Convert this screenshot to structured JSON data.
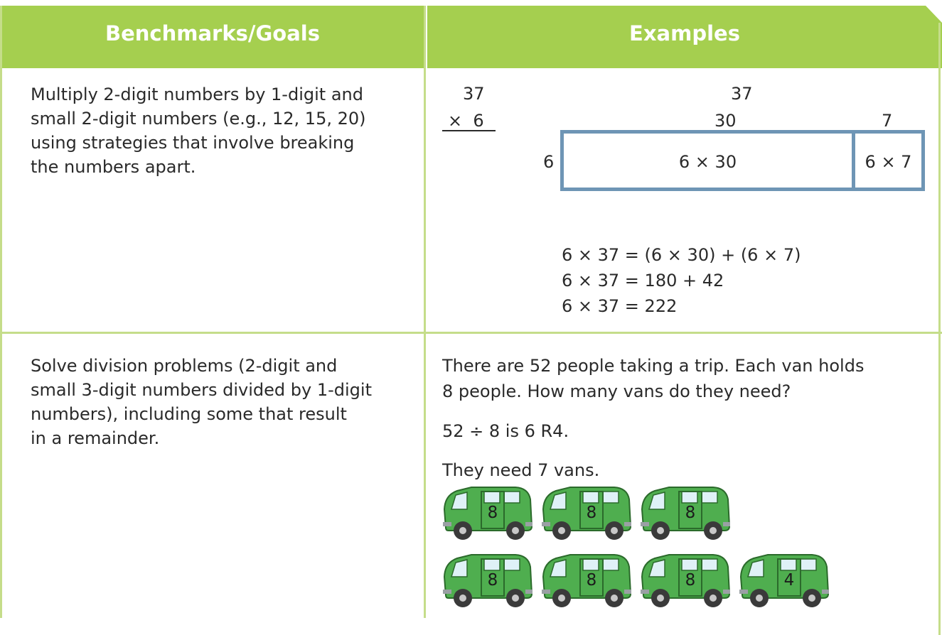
{
  "header": {
    "col1": "Benchmarks/Goals",
    "col2": "Examples"
  },
  "row1": {
    "goal_lines": [
      "Multiply 2-digit numbers by 1-digit and",
      "small 2-digit numbers (e.g., 12, 15, 20)",
      "using strategies that involve breaking",
      "the numbers apart."
    ],
    "vertical": {
      "top": "37",
      "bottom": "×  6"
    },
    "area_model": {
      "total": "37",
      "tens": "30",
      "ones": "7",
      "side": "6",
      "left_cell": "6 × 30",
      "right_cell": "6 × 7"
    },
    "equations": [
      "6 × 37 = (6 × 30) + (6 × 7)",
      "6 × 37 = 180 + 42",
      "6 × 37 = 222"
    ]
  },
  "row2": {
    "goal_lines": [
      "Solve division problems (2-digit and",
      "small 3-digit numbers divided by 1-digit",
      "numbers), including some that result",
      "in a remainder."
    ],
    "problem_lines": [
      "There are 52 people taking a trip. Each van holds",
      "8 people. How many vans do they need?"
    ],
    "division": "52 ÷ 8 is 6 R4.",
    "answer": "They need 7 vans.",
    "vans_row1": [
      "8",
      "8",
      "8"
    ],
    "vans_row2": [
      "8",
      "8",
      "8",
      "4"
    ]
  },
  "colors": {
    "header_green": "#a5cf4f",
    "grid_line": "#c5dd8a",
    "area_border": "#6e95b5",
    "van_green": "#4fae4f"
  }
}
